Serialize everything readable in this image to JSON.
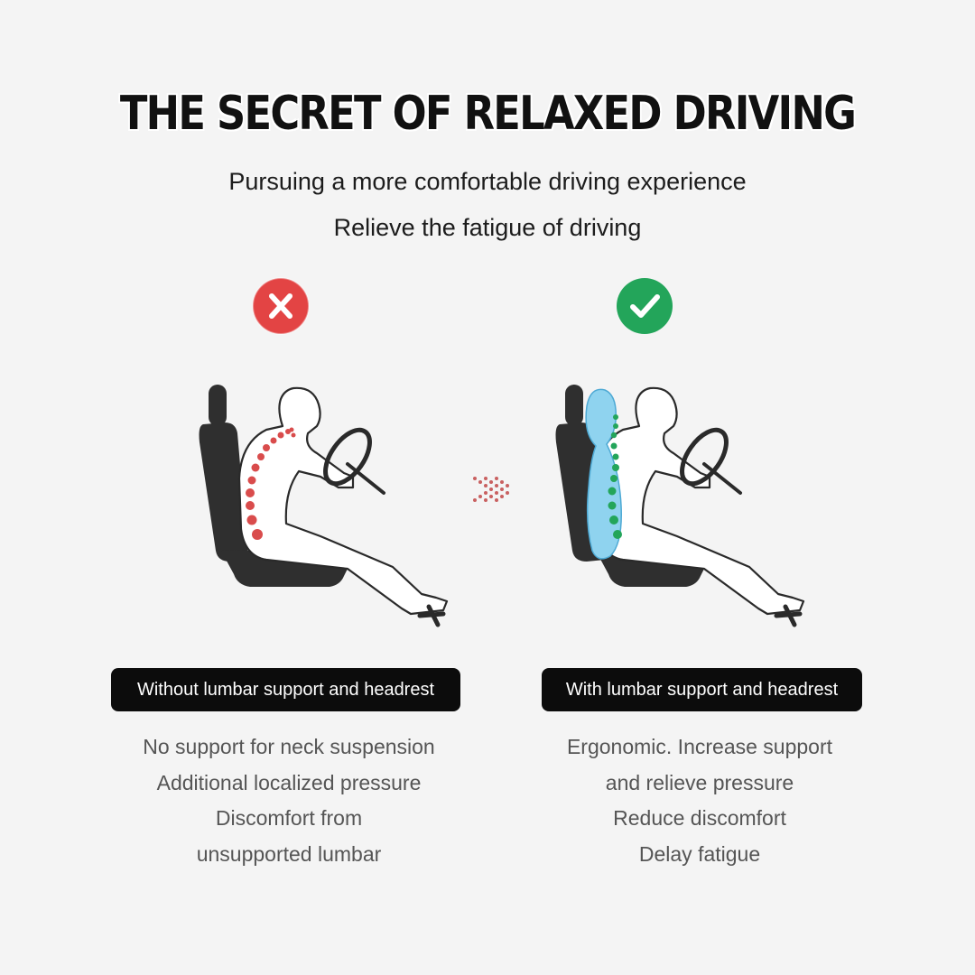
{
  "header": {
    "title": "THE SECRET OF RELAXED DRIVING",
    "subtitle_1": "Pursuing a more comfortable driving experience",
    "subtitle_2": "Relieve the fatigue of driving"
  },
  "left_panel": {
    "status_icon": "x-mark-icon",
    "status_color": "#e34444",
    "label": "Without lumbar support and headrest",
    "points": [
      "No support for neck suspension",
      "Additional localized pressure",
      "Discomfort from",
      "unsupported lumbar"
    ],
    "spine_color": "#d94c4c"
  },
  "right_panel": {
    "status_icon": "check-mark-icon",
    "status_color": "#23a55a",
    "label": "With lumbar support and headrest",
    "points": [
      "Ergonomic. Increase support",
      "and relieve pressure",
      "Reduce discomfort",
      "Delay fatigue"
    ],
    "spine_color": "#23a55a",
    "cushion_color": "#8fd3ef"
  },
  "arrow_icon": "double-chevron-right-icon"
}
